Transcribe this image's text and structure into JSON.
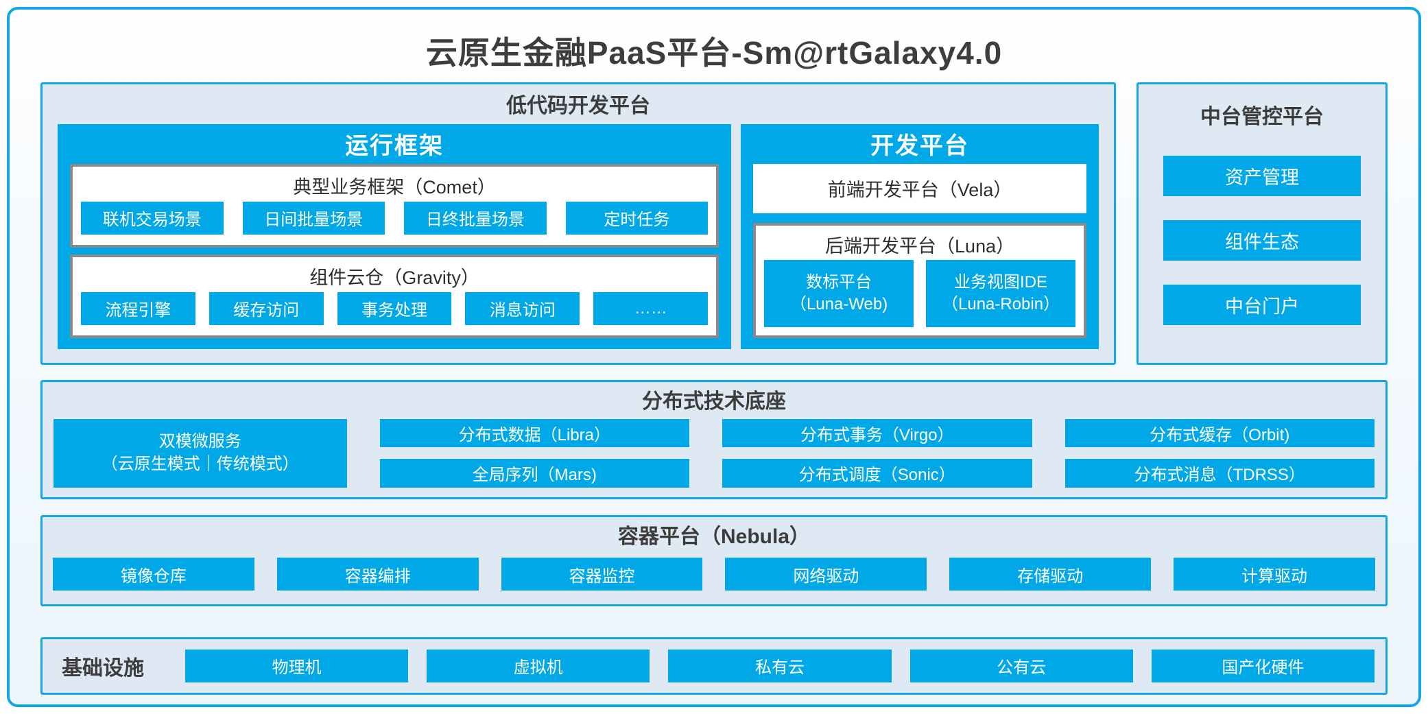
{
  "page": {
    "title": "云原生金融PaaS平台-Sm@rtGalaxy4.0"
  },
  "colors": {
    "accent_blue": "#00a8e8",
    "panel_border_blue": "#14a7e3",
    "panel_bg": "#dfe9f4",
    "box_border_gray": "#8a8a8a",
    "title_text": "#3d3d3d"
  },
  "low_code_platform": {
    "title": "低代码开发平台",
    "runtime_framework": {
      "title": "运行框架",
      "comet": {
        "title": "典型业务框架（Comet）",
        "items": [
          "联机交易场景",
          "日间批量场景",
          "日终批量场景",
          "定时任务"
        ]
      },
      "gravity": {
        "title": "组件云仓（Gravity）",
        "items": [
          "流程引擎",
          "缓存访问",
          "事务处理",
          "消息访问",
          "……"
        ]
      }
    },
    "dev_platform": {
      "title": "开发平台",
      "vela": {
        "title": "前端开发平台（Vela）"
      },
      "luna": {
        "title": "后端开发平台（Luna）",
        "items": [
          {
            "line1": "数标平台",
            "line2": "（Luna-Web)"
          },
          {
            "line1": "业务视图IDE",
            "line2": "（Luna-Robin）"
          }
        ]
      }
    }
  },
  "mid_platform": {
    "title": "中台管控平台",
    "items": [
      "资产管理",
      "组件生态",
      "中台门户"
    ]
  },
  "distributed_base": {
    "title": "分布式技术底座",
    "dual_mode_service": {
      "line1": "双模微服务",
      "line2": "（云原生模式｜传统模式）"
    },
    "row1": [
      "分布式数据（Libra）",
      "分布式事务（Virgo）",
      "分布式缓存（Orbit)"
    ],
    "row2": [
      "全局序列（Mars)",
      "分布式调度（Sonic）",
      "分布式消息（TDRSS）"
    ]
  },
  "container_platform": {
    "title": "容器平台（Nebula）",
    "items": [
      "镜像仓库",
      "容器编排",
      "容器监控",
      "网络驱动",
      "存储驱动",
      "计算驱动"
    ]
  },
  "infrastructure": {
    "title": "基础设施",
    "items": [
      "物理机",
      "虚拟机",
      "私有云",
      "公有云",
      "国产化硬件"
    ]
  }
}
